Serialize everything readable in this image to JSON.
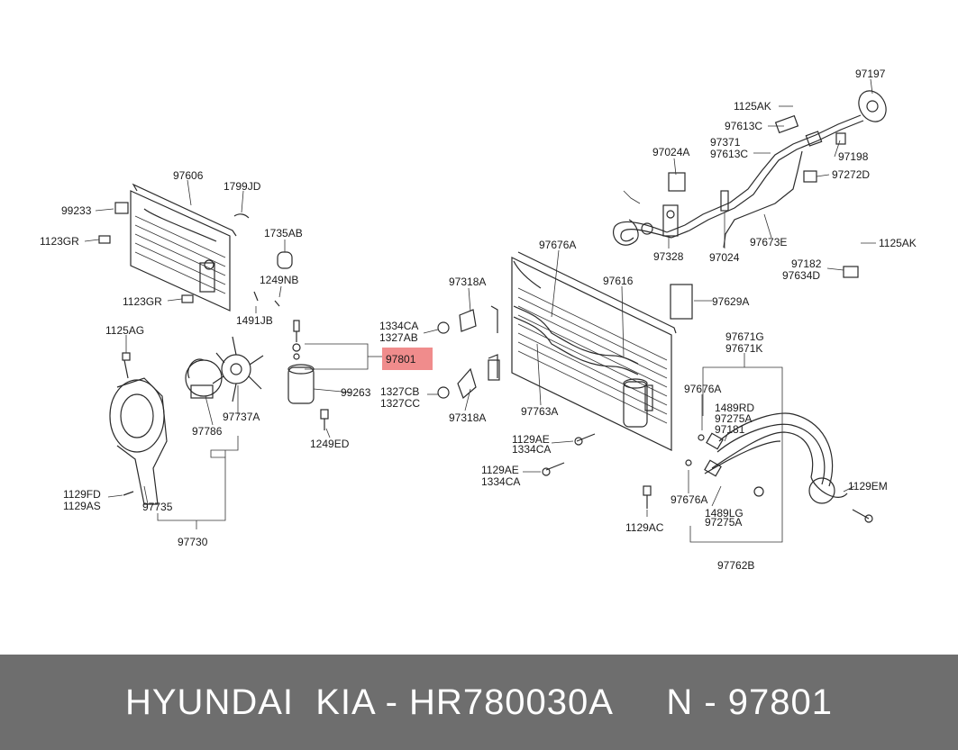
{
  "diagram": {
    "highlight_label": "97801",
    "labels": {
      "p97197": "97197",
      "p1125AK_top": "1125AK",
      "p97613C_a": "97613C",
      "p97371": "97371",
      "p97613C_b": "97613C",
      "p97198": "97198",
      "p97024A": "97024A",
      "p97272D": "97272D",
      "p97328": "97328",
      "p97024": "97024",
      "p97673E": "97673E",
      "p1125AK_mid": "1125AK",
      "p97182": "97182",
      "p97634D": "97634D",
      "p97606": "97606",
      "p1799JD": "1799JD",
      "p99233": "99233",
      "p1123GR_a": "1123GR",
      "p1735AB": "1735AB",
      "p1249NB": "1249NB",
      "p1123GR_b": "1123GR",
      "p1491JB": "1491JB",
      "p97676A_top": "97676A",
      "p97616": "97616",
      "p97318A_top": "97318A",
      "p97629A": "97629A",
      "p1334CA_a": "1334CA",
      "p1327AB": "1327AB",
      "p99263": "99263",
      "p1327CB": "1327CB",
      "p1327CC": "1327CC",
      "p97318A_bot": "97318A",
      "p97763A": "97763A",
      "p97671G": "97671G",
      "p97671K": "97671K",
      "p97676A_mid": "97676A",
      "p1489RD": "1489RD",
      "p97275A_a": "97275A",
      "p97181": "97181",
      "p1125AG": "1125AG",
      "p97737A": "97737A",
      "p97786": "97786",
      "p1249ED": "1249ED",
      "p1129AE_a": "1129AE",
      "p1334CA_b": "1334CA",
      "p1129AE_b": "1129AE",
      "p1334CA_c": "1334CA",
      "p1129FD": "1129FD",
      "p1129AS": "1129AS",
      "p97735": "97735",
      "p97730": "97730",
      "p97676A_bot": "97676A",
      "p1489LG": "1489LG",
      "p97275A_b": "97275A",
      "p1129AC": "1129AC",
      "p1129EM": "1129EM",
      "p97762B": "97762B"
    }
  },
  "footer": {
    "text": "HYUNDAI  KIA - HR780030A     N - 97801"
  }
}
